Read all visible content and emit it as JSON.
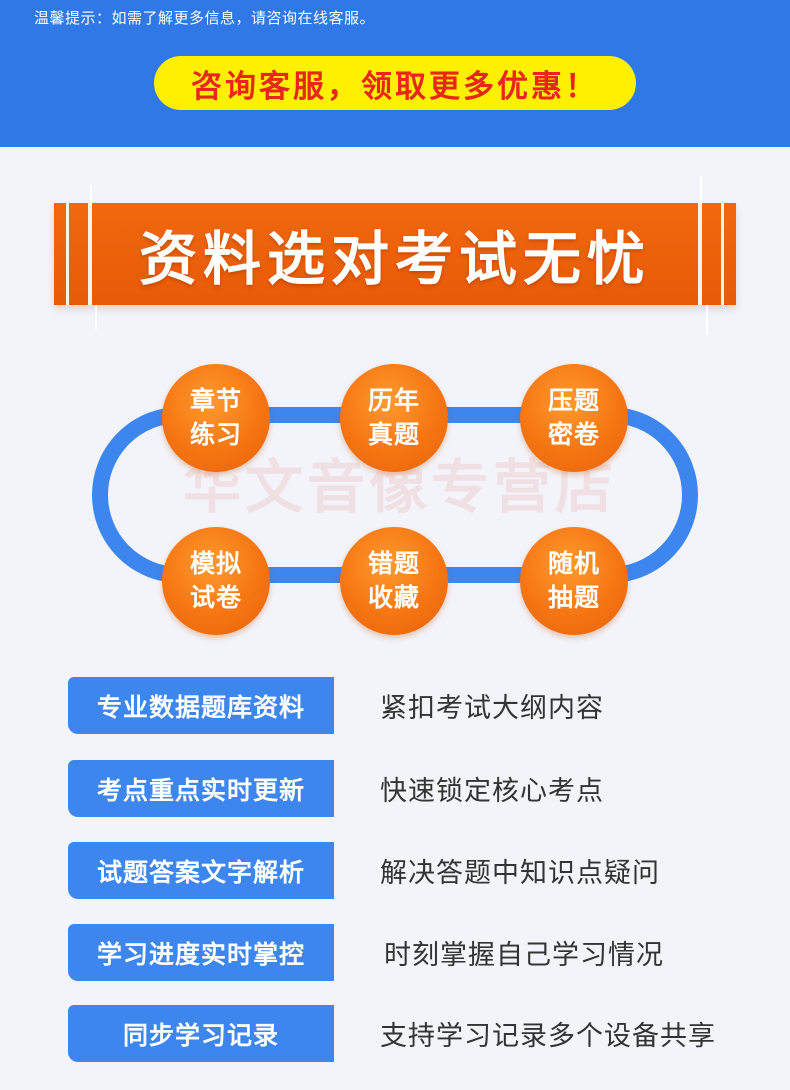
{
  "banner": {
    "tip": "温馨提示：如需了解更多信息，请咨询在线客服。",
    "cta": "咨询客服，领取更多优惠！"
  },
  "headline": "资料选对考试无忧",
  "watermark": "华文音像专营店",
  "features": [
    {
      "line1": "章节",
      "line2": "练习"
    },
    {
      "line1": "历年",
      "line2": "真题"
    },
    {
      "line1": "压题",
      "line2": "密卷"
    },
    {
      "line1": "模拟",
      "line2": "试卷"
    },
    {
      "line1": "错题",
      "line2": "收藏"
    },
    {
      "line1": "随机",
      "line2": "抽题"
    }
  ],
  "rows": [
    {
      "label": "专业数据题库资料",
      "desc": "紧扣考试大纲内容"
    },
    {
      "label": "考点重点实时更新",
      "desc": "快速锁定核心考点"
    },
    {
      "label": "试题答案文字解析",
      "desc": "解决答题中知识点疑问"
    },
    {
      "label": "学习进度实时掌控",
      "desc": "时刻掌握自己学习情况"
    },
    {
      "label": "同步学习记录",
      "desc": "支持学习记录多个设备共享"
    }
  ],
  "colors": {
    "banner_blue": "#2f78e6",
    "pill_yellow": "#fff000",
    "pill_text_red": "#e8261c",
    "headline_orange": "#e85a08",
    "loop_blue": "#3d86ee",
    "circle_orange": "#f57512"
  }
}
